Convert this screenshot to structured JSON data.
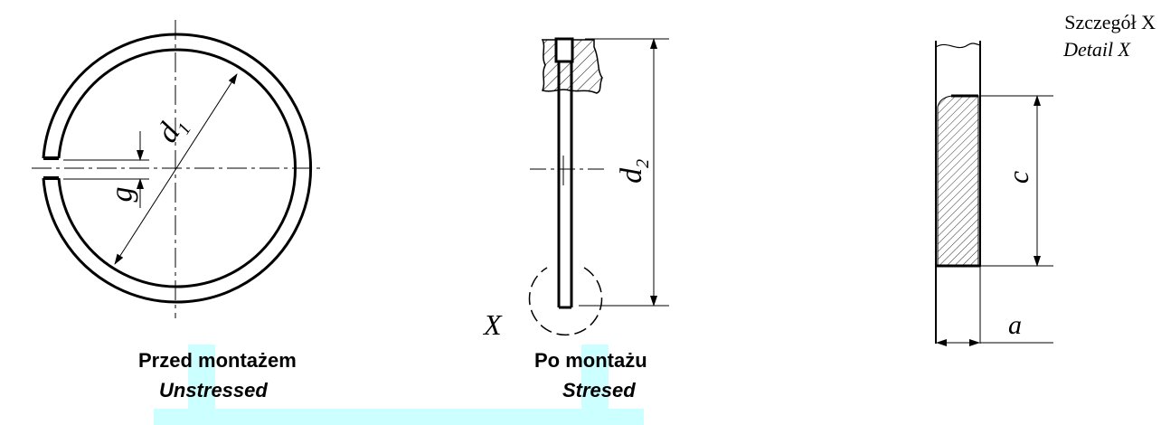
{
  "captions": {
    "before_pl": "Przed montażem",
    "before_en": "Unstressed",
    "after_pl": "Po montażu",
    "after_en": "Stresed"
  },
  "detail": {
    "title_pl": "Szczegół X",
    "title_en": "Detail X",
    "view_mark": "X"
  },
  "dimensions": {
    "free_diameter": "d",
    "free_diameter_sub": "1",
    "installed_diameter": "d",
    "installed_diameter_sub": "2",
    "gap": "g",
    "height": "c",
    "width": "a"
  },
  "colors": {
    "line": "#000000",
    "hatch_bg": "#e6e6e6",
    "highlight": "#ccffff"
  }
}
